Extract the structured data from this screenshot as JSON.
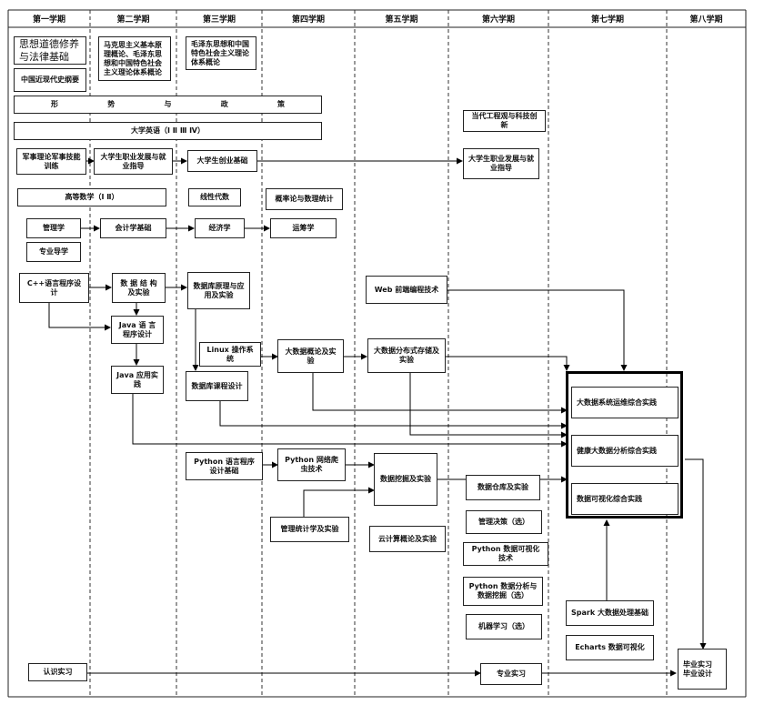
{
  "semesters": [
    "第一学期",
    "第二学期",
    "第三学期",
    "第四学期",
    "第五学期",
    "第六学期",
    "第七学期",
    "第八学期"
  ],
  "courses": {
    "sixiang": "思想道德修养与法律基础",
    "jindai": "中国近现代史纲要",
    "makesi": "马克思主义基本原理概论、毛泽东思想和中国特色社会主义理论体系概论",
    "maozedong": "毛泽东思想和中国特色社会主义理论体系概论",
    "xingshi": [
      "形",
      "势",
      "与",
      "政",
      "策"
    ],
    "yingyu": "大学英语（Ⅰ Ⅱ Ⅲ Ⅳ）",
    "dangdai": "当代工程观与科技创新",
    "junshi": "军事理论军事技能训练",
    "zhiye1": "大学生职业发展与就业指导",
    "chuangye": "大学生创业基础",
    "zhiye2": "大学生职业发展与就业指导",
    "gaoshu": "高等数学（Ⅰ Ⅱ）",
    "xiandai": "线性代数",
    "gailv": "概率论与数理统计",
    "guanli": "管理学",
    "kuaiji": "会计学基础",
    "jingji": "经济学",
    "yunchou": "运筹学",
    "zhuanye_daoxue": "专业导学",
    "cpp": "C++语言程序设计",
    "shuju_jiegou": "数 据 结 构及实验",
    "shujuku": "数据库原理与应用及实验",
    "web": "Web 前端编程技术",
    "java1": "Java 语 言程序设计",
    "linux": "Linux 操作系统",
    "dashuju_gailun": "大数据概论及实验",
    "fenbushi": "大数据分布式存储及实验",
    "java2": "Java 应用实践",
    "kecheng_sheji": "数据库课程设计",
    "zonghe1": "大数据系统运维综合实践",
    "zonghe2": "健康大数据分析综合实践",
    "zonghe3": "数据可视化综合实践",
    "python1": "Python 语言程序设计基础",
    "pachong": "Python 网络爬虫技术",
    "wajue": "数据挖掘及实验",
    "cangku": "数据仓库及实验",
    "juece": "管理决策（选）",
    "tongji": "管理统计学及实验",
    "yunjisuan": "云计算概论及实验",
    "py_keshihua": "Python 数据可视化技术",
    "py_fenxi": "Python 数据分析与数据挖掘（选）",
    "jiqi": "机器学习（选）",
    "spark": "Spark 大数据处理基础",
    "echarts": "Echarts 数据可视化",
    "renshi": "认识实习",
    "zhuanye_shixi": "专业实习",
    "biye": "毕业实习 毕业设计"
  }
}
